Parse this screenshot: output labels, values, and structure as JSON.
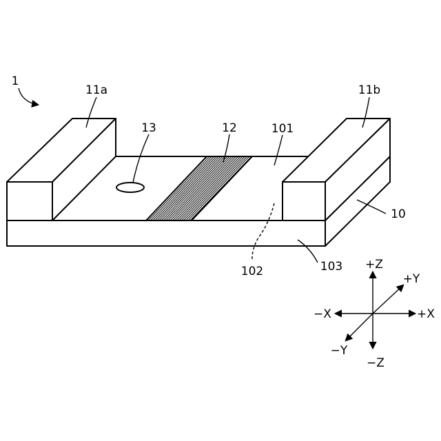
{
  "figure": {
    "device_label": "1",
    "labels": {
      "electrode_left": "11a",
      "electrode_right": "11b",
      "cavity": "13",
      "hatched_region": "12",
      "top_surface": "101",
      "inner_region": "102",
      "side_face": "103",
      "substrate": "10"
    },
    "axes": {
      "plus_z": "+Z",
      "minus_z": "−Z",
      "plus_x": "+X",
      "minus_x": "−X",
      "plus_y": "+Y",
      "minus_y": "−Y"
    },
    "colors": {
      "stroke": "#000000",
      "fill": "#ffffff"
    }
  }
}
